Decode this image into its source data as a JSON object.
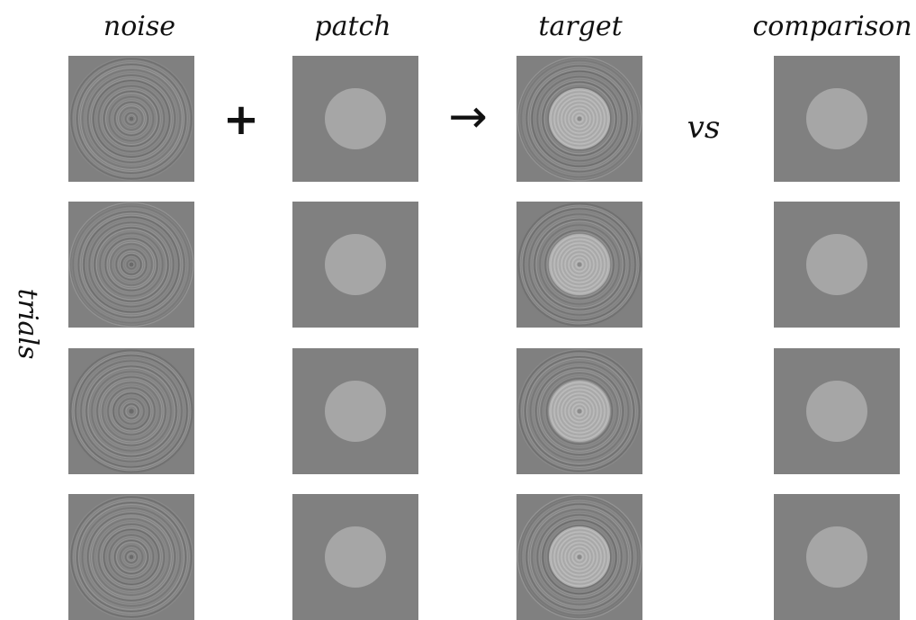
{
  "columns": {
    "noise": "noise",
    "patch": "patch",
    "target": "target",
    "comparison": "comparison"
  },
  "row_label": "trials",
  "operators": {
    "plus": "+",
    "arrow": "→",
    "versus": "vs"
  },
  "trial_count": 4,
  "colors": {
    "background": "#808080",
    "patch_fill": "#a6a6a6",
    "target_patch_fill": "#b0b0b0"
  }
}
